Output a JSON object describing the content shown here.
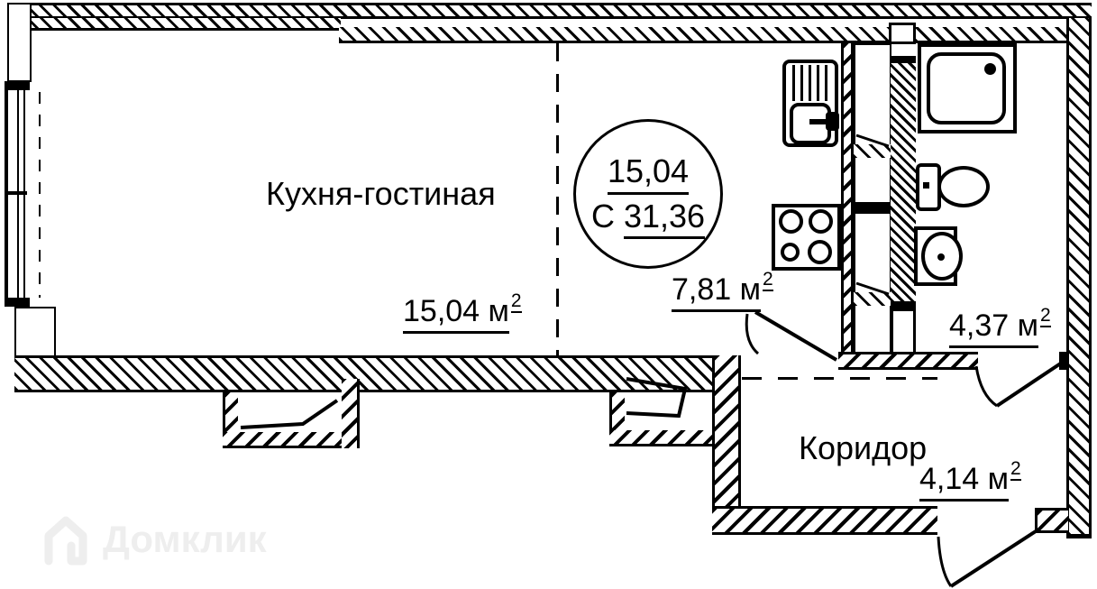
{
  "colors": {
    "line": "#000000",
    "background": "#ffffff",
    "watermark": "#eeeeee"
  },
  "watermark": {
    "brand": "Домклик"
  },
  "stamp": {
    "living_area": "15,04",
    "type_letter": "С",
    "total_area": "31,36"
  },
  "rooms": {
    "kitchen_living": {
      "label": "Кухня-гостиная",
      "area": "15,04 м",
      "area_sup": "2",
      "kitchen_zone_area": "7,81 м",
      "kitchen_zone_sup": "2"
    },
    "bathroom": {
      "area": "4,37 м",
      "area_sup": "2"
    },
    "corridor": {
      "label": "Коридор",
      "area": "4,14 м",
      "area_sup": "2"
    }
  },
  "fixtures": [
    "shower",
    "toilet",
    "washbasin",
    "kitchen-sink",
    "stove"
  ]
}
